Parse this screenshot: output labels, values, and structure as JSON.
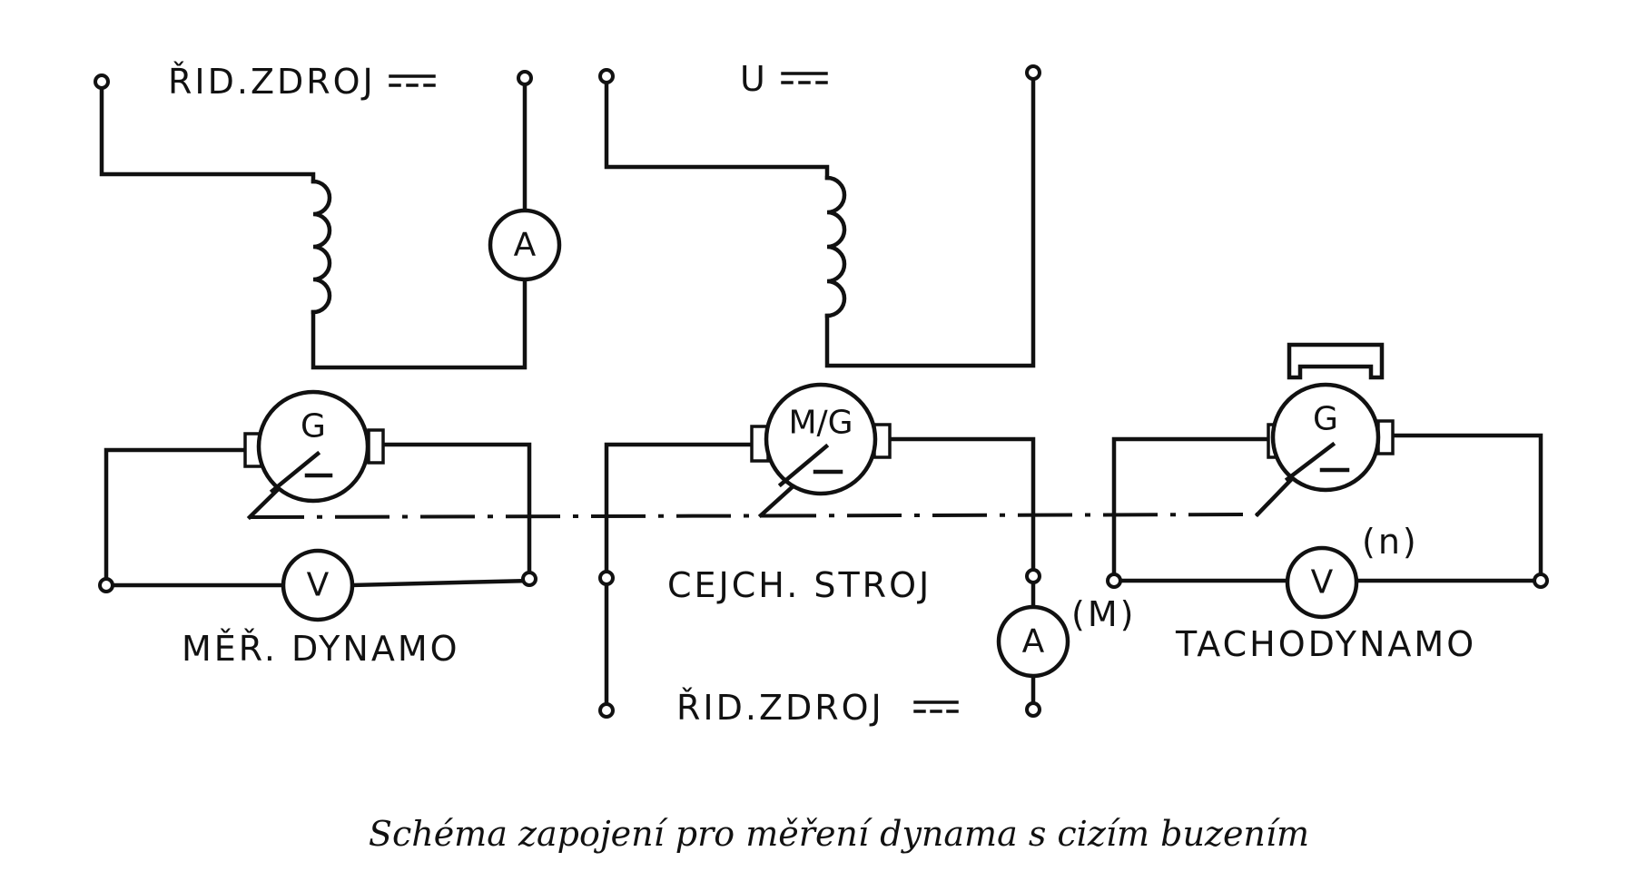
{
  "labels": {
    "control_source_top": "ŘID.ZDROJ",
    "supply_u": "U",
    "control_source_bottom": "ŘID.ZDROJ",
    "measuring_dynamo": "MĚŘ. DYNAMO",
    "calibration_machine": "CEJCH. STROJ",
    "tachodynamo": "TACHODYNAMO",
    "mark_n": "(n)",
    "mark_m": "(M)"
  },
  "symbols": {
    "generator": "G",
    "motor_generator": "M/G",
    "ammeter": "A",
    "voltmeter": "V"
  },
  "caption": "Schéma zapojení pro měření dynama s cizím buzením"
}
